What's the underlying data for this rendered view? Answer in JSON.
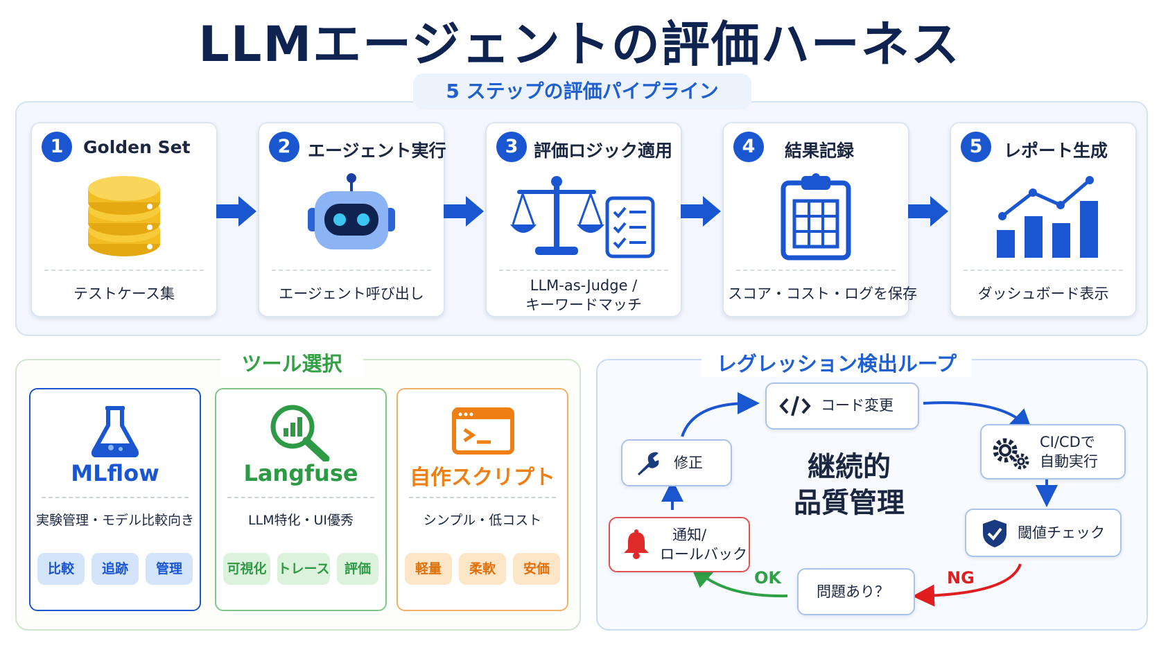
{
  "title": "LLMエージェントの評価ハーネス",
  "pipeline": {
    "label": "5 ステップの評価パイプライン",
    "steps": [
      {
        "number": "1",
        "title": "Golden Set",
        "icon": "database-icon",
        "desc_lines": [
          "テストケース集"
        ]
      },
      {
        "number": "2",
        "title": "エージェント実行",
        "icon": "robot-icon",
        "desc_lines": [
          "エージェント呼び出し"
        ]
      },
      {
        "number": "3",
        "title": "評価ロジック適用",
        "icon": "scale-checklist-icon",
        "desc_lines": [
          "LLM-as-Judge /",
          "キーワードマッチ"
        ]
      },
      {
        "number": "4",
        "title": "結果記録",
        "icon": "clipboard-icon",
        "desc_lines": [
          "スコア・コスト・ログを保存"
        ]
      },
      {
        "number": "5",
        "title": "レポート生成",
        "icon": "chart-icon",
        "desc_lines": [
          "ダッシュボード表示"
        ]
      }
    ]
  },
  "tools": {
    "title": "ツール選択",
    "items": [
      {
        "name": "MLflow",
        "desc": "実験管理・モデル比較向き",
        "tags": [
          "比較",
          "追跡",
          "管理"
        ],
        "icon": "flask-icon",
        "color": "#1a56d0",
        "tag_bg": "#d4e4fa",
        "tag_color": "#1a56d0",
        "border": "#1a56d0"
      },
      {
        "name": "Langfuse",
        "desc": "LLM特化・UI優秀",
        "tags": [
          "可視化",
          "トレース",
          "評価"
        ],
        "icon": "magnifier-chart-icon",
        "color": "#2f9a45",
        "tag_bg": "#dcf2dc",
        "tag_color": "#2f9a45",
        "border": "#7cc887"
      },
      {
        "name": "自作スクリプト",
        "desc": "シンプル・低コスト",
        "tags": [
          "軽量",
          "柔軟",
          "安価"
        ],
        "icon": "terminal-icon",
        "color": "#ee7f14",
        "tag_bg": "#fde5c8",
        "tag_color": "#e0700a",
        "border": "#f3b168"
      }
    ]
  },
  "loop": {
    "title": "レグレッション検出ループ",
    "center_lines": [
      "継続的",
      "品質管理"
    ],
    "nodes": {
      "code_change": {
        "label": "コード変更",
        "icon": "code-icon"
      },
      "cicd": {
        "lines": [
          "CI/CDで",
          "自動実行"
        ],
        "icon": "gears-icon"
      },
      "threshold": {
        "label": "閾値チェック",
        "icon": "shield-check-icon"
      },
      "problem": {
        "label": "問題あり？"
      },
      "notify": {
        "lines": [
          "通知/",
          "ロールバック"
        ],
        "icon": "bell-icon"
      },
      "fix": {
        "label": "修正",
        "icon": "wrench-icon"
      }
    },
    "edge_labels": {
      "ng": "NG",
      "ok": "OK"
    },
    "colors": {
      "ng": "#e01e1e",
      "ok": "#2fa046",
      "flow": "#1a56d0"
    }
  }
}
